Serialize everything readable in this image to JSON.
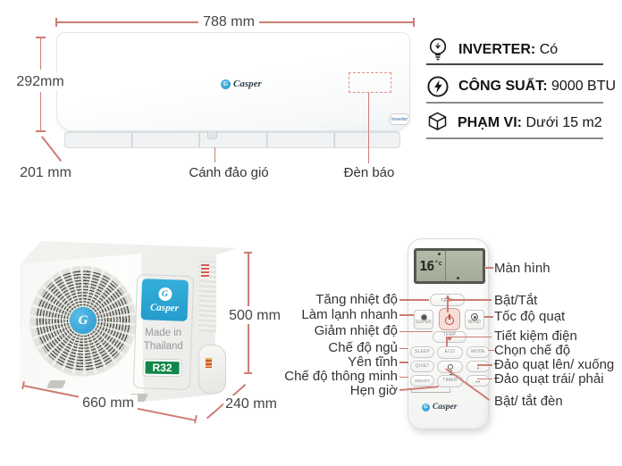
{
  "brand": {
    "name": "Casper",
    "initial": "G"
  },
  "indoor": {
    "width": "788 mm",
    "height": "292mm",
    "depth": "201 mm",
    "louver_callout": "Cánh đảo gió",
    "light_callout": "Đèn báo",
    "inverter_badge": "Inverter"
  },
  "specs": [
    {
      "icon": "bulb-icon",
      "label": "INVERTER:",
      "value": "Có"
    },
    {
      "icon": "lightning-icon",
      "label": "CÔNG SUẤT:",
      "value": "9000 BTU"
    },
    {
      "icon": "cube-icon",
      "label": "PHẠM VI:",
      "value": "Dưới 15 m2"
    }
  ],
  "outdoor": {
    "height": "500 mm",
    "width": "660 mm",
    "depth": "240 mm",
    "made_in_line1": "Made in",
    "made_in_line2": "Thailand",
    "refrigerant": "R32"
  },
  "remote": {
    "display_temp": "16",
    "display_unit": "°c",
    "buttons": {
      "temp_up": "TEMP",
      "super": "SUPER",
      "wind": "WIND",
      "temp_down": "TEMP",
      "sleep": "SLEEP",
      "eco": "ECO",
      "mode": "MODE",
      "quiet": "QUIET",
      "smart": "SMART",
      "timer": "TIMER"
    },
    "callouts_left": [
      "Tăng nhiệt độ",
      "Làm lạnh nhanh",
      "Giảm nhiệt độ",
      "Chế độ ngủ",
      "Yên tĩnh",
      "Chế độ thông minh",
      "Hẹn giờ"
    ],
    "callouts_right": [
      "Màn hình",
      "Bật/Tắt",
      "Tốc độ quạt",
      "Tiết kiệm điện",
      "Chọn chế độ",
      "Đảo quạt lên/ xuống",
      "Đảo quạt trái/ phải",
      "Bật/ tắt đèn"
    ]
  },
  "colors": {
    "annotation_line": "#cc7d74",
    "brand_blue": "#2da5d2",
    "r32_green": "#12874a"
  }
}
